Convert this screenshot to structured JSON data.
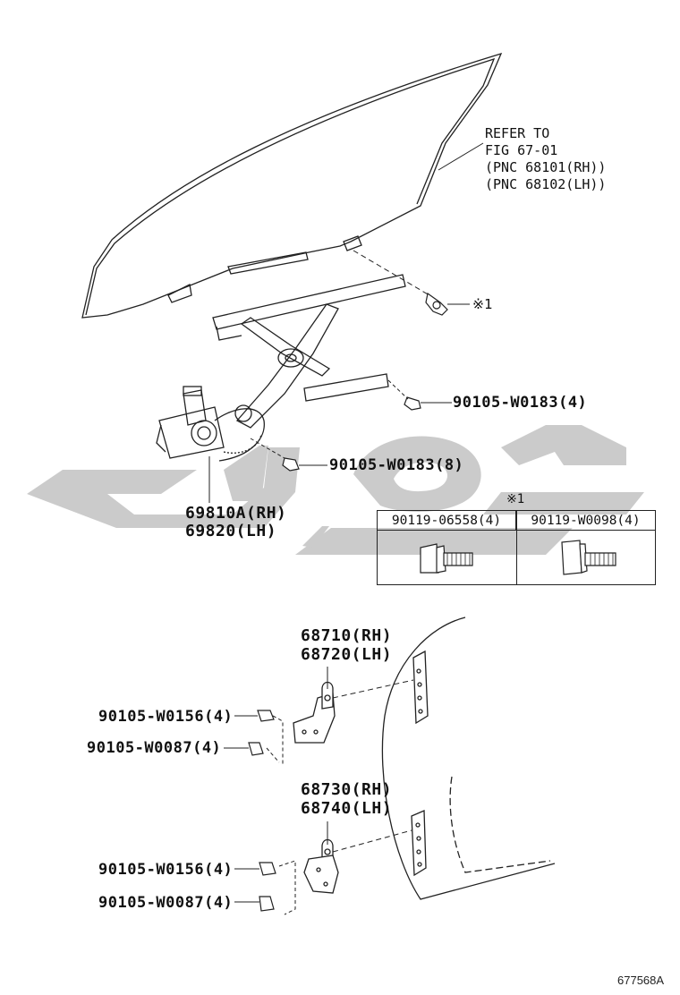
{
  "diagram": {
    "refer": {
      "line1": "REFER TO",
      "line2": "FIG 67-01",
      "line3": "(PNC 68101(RH))",
      "line4": "(PNC 68102(LH))"
    },
    "callouts": {
      "bolt_mark": "※1",
      "bolt_w0183_upper": "90105-W0183(4)",
      "bolt_w0183_lower": "90105-W0183(8)",
      "regulator_rh": "69810A(RH)",
      "regulator_lh": "69820(LH)",
      "upper_hinge_rh": "68710(RH)",
      "upper_hinge_lh": "68720(LH)",
      "upper_bolt_w0156": "90105-W0156(4)",
      "upper_bolt_w0087": "90105-W0087(4)",
      "lower_hinge_rh": "68730(RH)",
      "lower_hinge_lh": "68740(LH)",
      "lower_bolt_w0156": "90105-W0156(4)",
      "lower_bolt_w0087": "90105-W0087(4)"
    },
    "bolt_table": {
      "mark": "※1",
      "col1": "90119-06558(4)",
      "col2": "90119-W0098(4)"
    },
    "figure_id": "677568A",
    "watermark_color": "#c8c8c8",
    "line_color": "#222222"
  }
}
